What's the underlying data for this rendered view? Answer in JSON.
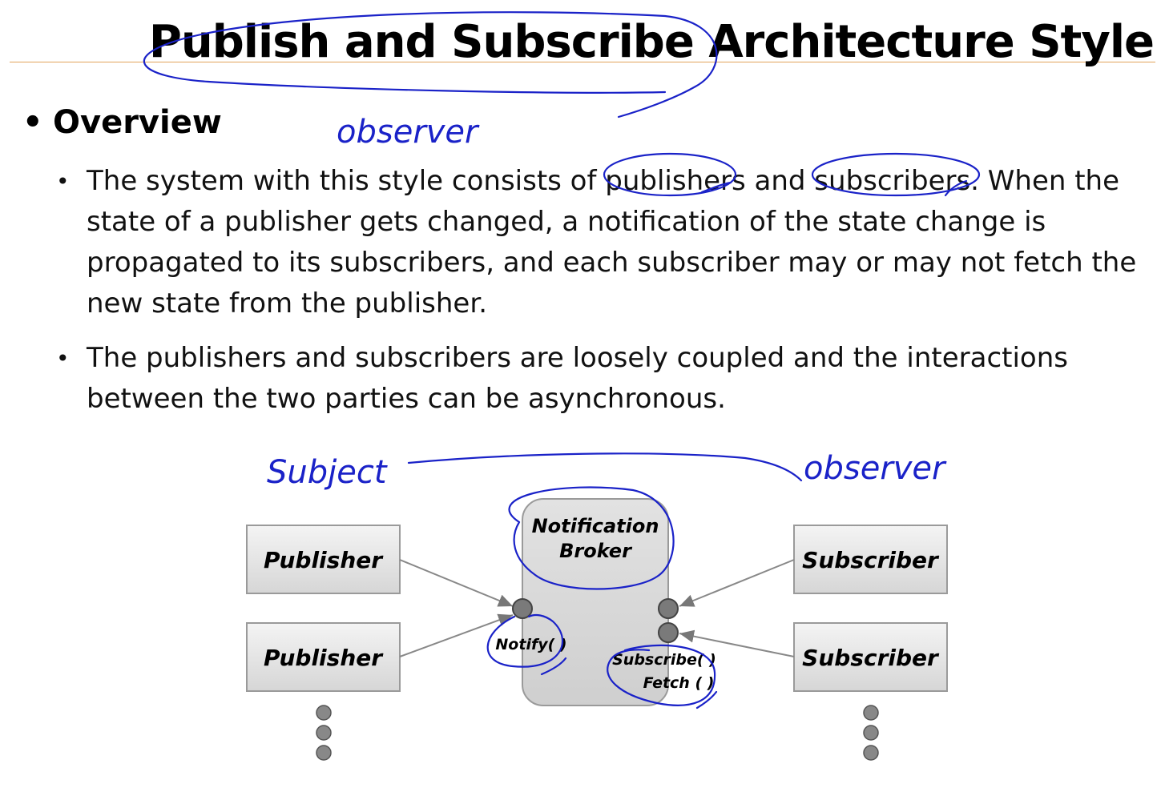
{
  "title": "Publish and Subscribe Architecture Style",
  "overview": {
    "heading": "Overview",
    "paragraphs": [
      "The system with this style consists of publishers and subscribers. When the state of a publisher gets changed, a notification of the state change is propagated to its subscribers, and each subscriber may or may not fetch the new state from the publisher.",
      "The publishers and subscribers are loosely coupled and the interactions between the two parties can be asynchronous."
    ]
  },
  "diagram": {
    "publishers": [
      "Publisher",
      "Publisher"
    ],
    "subscribers": [
      "Subscriber",
      "Subscriber"
    ],
    "broker": {
      "line1": "Notification",
      "line2": "Broker"
    },
    "notify_label": "Notify( )",
    "subscribe_label": "Subscribe( )",
    "fetch_label": "Fetch ( )"
  },
  "handwriting": {
    "title_note": "observer",
    "left_note": "Subject",
    "right_note": "observer"
  },
  "colors": {
    "ink": "#1a22c8",
    "rule": "#e2a35a",
    "box_fill": "#e4e4e4",
    "port": "#7a7a7a"
  }
}
